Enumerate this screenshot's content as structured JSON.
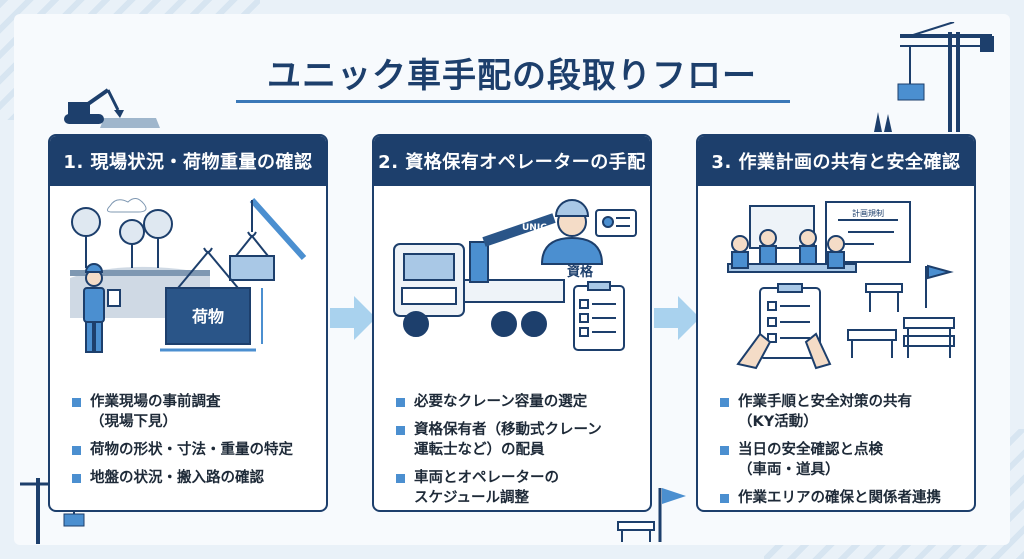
{
  "title": "ユニック車手配の段取りフロー",
  "colors": {
    "primary": "#1d3f6c",
    "accent": "#4b8fd0",
    "arrow": "#a9d2ee"
  },
  "steps": [
    {
      "heading": "1. 現場状況・荷物重量の確認",
      "cargo_label": "荷物",
      "bullets": [
        [
          "作業現場の事前調査",
          "（現場下見）"
        ],
        [
          "荷物の形状・寸法・重量の特定"
        ],
        [
          "地盤の状況・搬入路の確認"
        ]
      ]
    },
    {
      "heading": "2. 資格保有オペレーターの手配",
      "truck_brand": "UNIC",
      "license_label": "資格",
      "bullets": [
        [
          "必要なクレーン容量の選定"
        ],
        [
          "資格保有者（移動式クレーン",
          "運転士など）の配員"
        ],
        [
          "車両とオペレーターの",
          "スケジュール調整"
        ]
      ]
    },
    {
      "heading": "3. 作業計画の共有と安全確認",
      "plan_board_label": "計画規制",
      "bullets": [
        [
          "作業手順と安全対策の共有",
          "（KY活動）"
        ],
        [
          "当日の安全確認と点検",
          "（車両・道具）"
        ],
        [
          "作業エリアの確保と関係者連携"
        ]
      ]
    }
  ]
}
